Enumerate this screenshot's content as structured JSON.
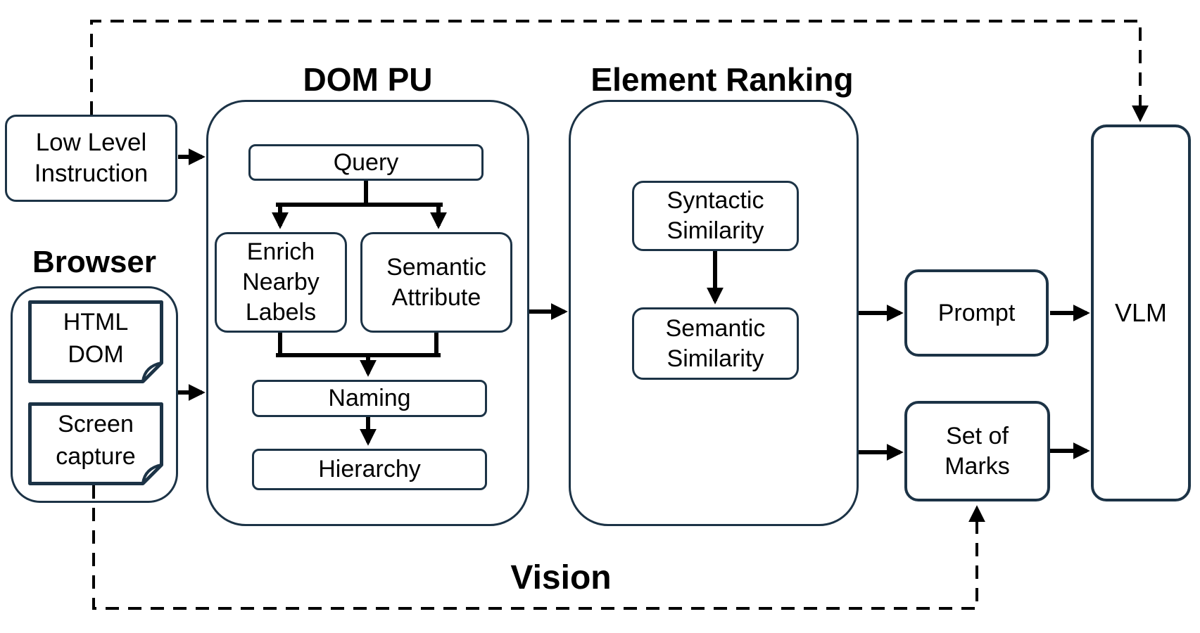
{
  "colors": {
    "box_border": "#1c3346",
    "connector": "#000000",
    "text": "#000000",
    "background": "#ffffff"
  },
  "section_titles": {
    "dom_pu": "DOM PU",
    "element_ranking": "Element Ranking",
    "browser": "Browser",
    "vision": "Vision"
  },
  "nodes": {
    "low_level_instruction": "Low Level\nInstruction",
    "html_dom": "HTML\nDOM",
    "screen_capture": "Screen\ncapture",
    "query": "Query",
    "enrich_nearby_labels": "Enrich\nNearby\nLabels",
    "semantic_attribute": "Semantic\nAttribute",
    "naming": "Naming",
    "hierarchy": "Hierarchy",
    "syntactic_similarity": "Syntactic\nSimilarity",
    "semantic_similarity": "Semantic\nSimilarity",
    "prompt": "Prompt",
    "set_of_marks": "Set of\nMarks",
    "vlm": "VLM"
  },
  "edges": [
    {
      "from": "low_level_instruction",
      "to": "dom_pu",
      "style": "solid"
    },
    {
      "from": "browser",
      "to": "dom_pu",
      "style": "solid"
    },
    {
      "from": "query",
      "to": "enrich_nearby_labels",
      "style": "solid"
    },
    {
      "from": "query",
      "to": "semantic_attribute",
      "style": "solid"
    },
    {
      "from": "enrich_nearby_labels",
      "to": "naming",
      "style": "solid"
    },
    {
      "from": "semantic_attribute",
      "to": "naming",
      "style": "solid"
    },
    {
      "from": "naming",
      "to": "hierarchy",
      "style": "solid"
    },
    {
      "from": "dom_pu",
      "to": "element_ranking",
      "style": "solid"
    },
    {
      "from": "syntactic_similarity",
      "to": "semantic_similarity",
      "style": "solid"
    },
    {
      "from": "element_ranking",
      "to": "prompt",
      "style": "solid"
    },
    {
      "from": "element_ranking",
      "to": "set_of_marks",
      "style": "solid"
    },
    {
      "from": "prompt",
      "to": "vlm",
      "style": "solid"
    },
    {
      "from": "set_of_marks",
      "to": "vlm",
      "style": "solid"
    },
    {
      "from": "low_level_instruction",
      "to": "vlm",
      "style": "dashed"
    },
    {
      "from": "screen_capture",
      "to": "set_of_marks",
      "style": "dashed",
      "label": "Vision"
    }
  ]
}
